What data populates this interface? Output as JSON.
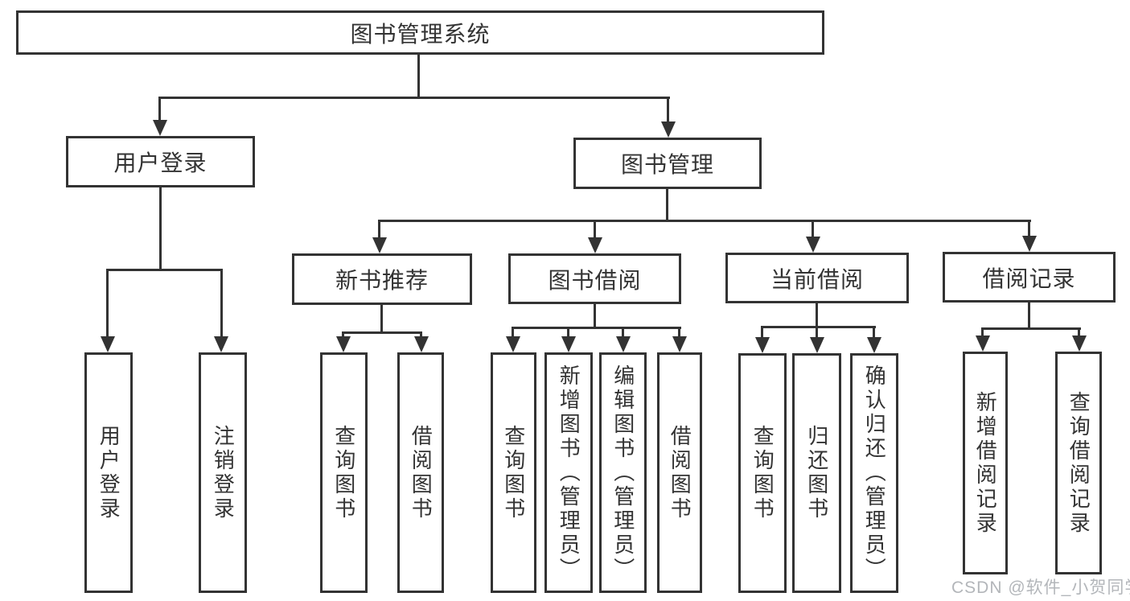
{
  "diagram": {
    "type": "tree",
    "root": {
      "id": "system",
      "label": "图书管理系统"
    },
    "level2": [
      {
        "id": "user-login",
        "label": "用户登录",
        "parent": "system"
      },
      {
        "id": "book-management",
        "label": "图书管理",
        "parent": "system"
      }
    ],
    "level3": [
      {
        "id": "new-book-recommend",
        "label": "新书推荐",
        "parent": "book-management"
      },
      {
        "id": "book-borrow",
        "label": "图书借阅",
        "parent": "book-management"
      },
      {
        "id": "current-borrow",
        "label": "当前借阅",
        "parent": "book-management"
      },
      {
        "id": "borrow-records",
        "label": "借阅记录",
        "parent": "book-management"
      }
    ],
    "leaves": [
      {
        "label": "用户登录",
        "parent": "user-login"
      },
      {
        "label": "注销登录",
        "parent": "user-login"
      },
      {
        "label": "查询图书",
        "parent": "new-book-recommend"
      },
      {
        "label": "借阅图书",
        "parent": "new-book-recommend"
      },
      {
        "label": "查询图书",
        "parent": "book-borrow"
      },
      {
        "label": "新增图书（管理员）",
        "parent": "book-borrow"
      },
      {
        "label": "编辑图书（管理员）",
        "parent": "book-borrow"
      },
      {
        "label": "借阅图书",
        "parent": "book-borrow"
      },
      {
        "label": "查询图书",
        "parent": "current-borrow"
      },
      {
        "label": "归还图书",
        "parent": "current-borrow"
      },
      {
        "label": "确认归还（管理员）",
        "parent": "current-borrow"
      },
      {
        "label": "新增借阅记录",
        "parent": "borrow-records"
      },
      {
        "label": "查询借阅记录",
        "parent": "borrow-records"
      }
    ]
  },
  "watermark": {
    "text": "CSDN @软件_小贺同学"
  },
  "colors": {
    "line": "#333333",
    "text": "#333333",
    "watermark": "#b3b6ba",
    "background": "#ffffff"
  }
}
